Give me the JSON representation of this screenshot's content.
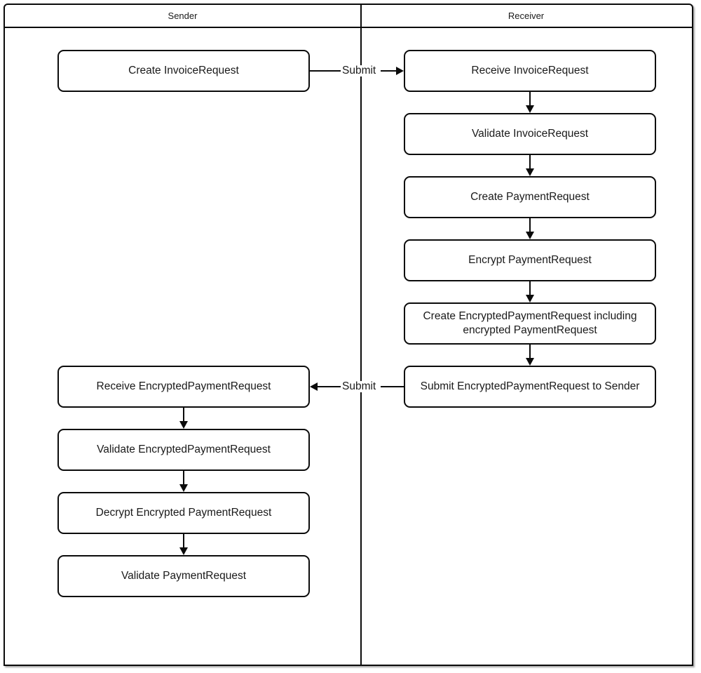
{
  "diagram": {
    "type": "swimlane-flowchart",
    "lanes": [
      {
        "id": "sender",
        "label": "Sender"
      },
      {
        "id": "receiver",
        "label": "Receiver"
      }
    ],
    "colors": {
      "stroke": "#0b0b0b",
      "text": "#1a1a1a",
      "fill": "#ffffff"
    },
    "nodes": {
      "sender": [
        {
          "id": "s1",
          "label": "Create InvoiceRequest"
        },
        {
          "id": "s2",
          "label": "Receive EncryptedPaymentRequest"
        },
        {
          "id": "s3",
          "label": "Validate EncryptedPaymentRequest"
        },
        {
          "id": "s4",
          "label": "Decrypt Encrypted PaymentRequest"
        },
        {
          "id": "s5",
          "label": "Validate PaymentRequest"
        }
      ],
      "receiver": [
        {
          "id": "r1",
          "label": "Receive InvoiceRequest"
        },
        {
          "id": "r2",
          "label": "Validate InvoiceRequest"
        },
        {
          "id": "r3",
          "label": "Create PaymentRequest"
        },
        {
          "id": "r4",
          "label": "Encrypt PaymentRequest"
        },
        {
          "id": "r5",
          "label": "Create EncryptedPaymentRequest including encrypted PaymentRequest"
        },
        {
          "id": "r6",
          "label": "Submit EncryptedPaymentRequest to Sender"
        }
      ]
    },
    "edges": [
      {
        "id": "e-submit-1",
        "from": "s1",
        "to": "r1",
        "label": "Submit",
        "direction": "right"
      },
      {
        "id": "e-r1-r2",
        "from": "r1",
        "to": "r2",
        "label": "",
        "direction": "down"
      },
      {
        "id": "e-r2-r3",
        "from": "r2",
        "to": "r3",
        "label": "",
        "direction": "down"
      },
      {
        "id": "e-r3-r4",
        "from": "r3",
        "to": "r4",
        "label": "",
        "direction": "down"
      },
      {
        "id": "e-r4-r5",
        "from": "r4",
        "to": "r5",
        "label": "",
        "direction": "down"
      },
      {
        "id": "e-r5-r6",
        "from": "r5",
        "to": "r6",
        "label": "",
        "direction": "down"
      },
      {
        "id": "e-submit-2",
        "from": "r6",
        "to": "s2",
        "label": "Submit",
        "direction": "left"
      },
      {
        "id": "e-s2-s3",
        "from": "s2",
        "to": "s3",
        "label": "",
        "direction": "down"
      },
      {
        "id": "e-s3-s4",
        "from": "s3",
        "to": "s4",
        "label": "",
        "direction": "down"
      },
      {
        "id": "e-s4-s5",
        "from": "s4",
        "to": "s5",
        "label": "",
        "direction": "down"
      }
    ]
  }
}
